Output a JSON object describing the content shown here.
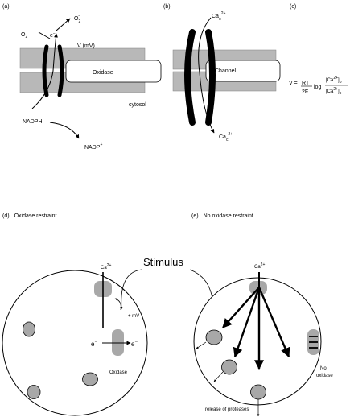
{
  "panel_labels": {
    "a": "(a)",
    "b": "(b)",
    "c": "(c)",
    "d": "(d)",
    "e": "(e)"
  },
  "panel_a": {
    "o2": "O",
    "o2_sub": "2",
    "electron": "e",
    "electron_sup": "−",
    "superoxide": "O",
    "superoxide_sub": "2",
    "superoxide_sup": "−",
    "voltage": "V (mV)",
    "oxidase": "Oxidase",
    "cytosol": "cytosol",
    "nadph": "NADPH",
    "nadp": "NADP",
    "nadp_sup": "+"
  },
  "panel_b": {
    "ca_out": "Ca",
    "ca_out_sub": "o",
    "ca_out_sup": "2+",
    "channel": "Channel",
    "ca_in": "Ca",
    "ca_in_sub": "c",
    "ca_in_sup": "2+"
  },
  "panel_c": {
    "v_eq": "V =",
    "rt": "RT",
    "log": "log",
    "two_f": "2F",
    "num": "[Ca",
    "num_sup": "2+",
    "num_close": "]",
    "num_sub": "o",
    "den": "[Ca",
    "den_sup": "2+",
    "den_close": "]",
    "den_sub": "c"
  },
  "panel_d": {
    "title": "Oxidase restraint",
    "ca": "Ca",
    "ca_sup": "2+",
    "mv": "+ mV",
    "e_left": "e",
    "e_left_sup": "−",
    "e_right": "e",
    "e_right_sup": "−",
    "oxidase": "Oxidase"
  },
  "panel_e": {
    "title": "No oxidase restraint",
    "ca": "Ca",
    "ca_sup": "2+",
    "no_oxidase_1": "No",
    "no_oxidase_2": "oxidase",
    "release": "release of proteases"
  },
  "stimulus": "Stimulus",
  "colors": {
    "membrane": "#b8b8b8",
    "protein": "#000000",
    "granule": "#a8a8a8"
  }
}
